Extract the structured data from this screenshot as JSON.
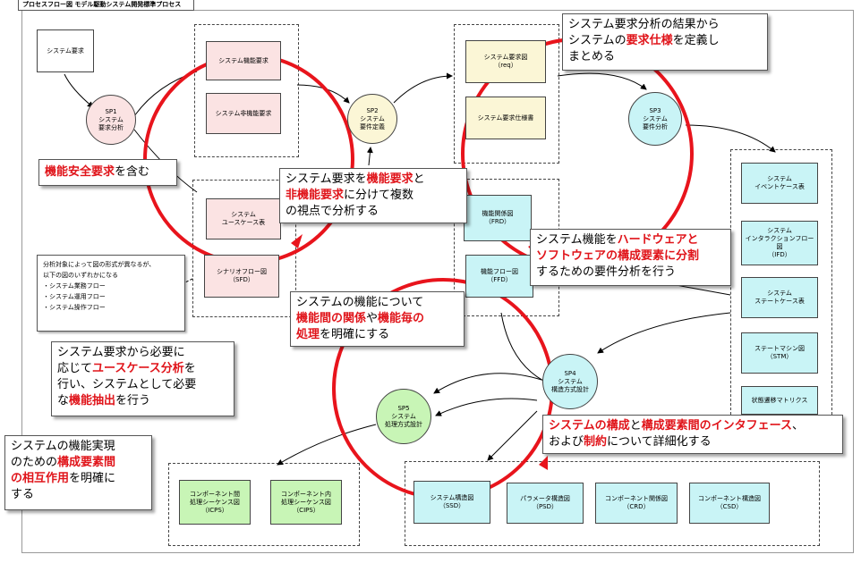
{
  "diagram_title": "プロセスフロー図 モデル駆動システム開発標準プロセス",
  "nodes": {
    "system_req": "システム要求",
    "func_req": "システム機能要求",
    "nonfunc_req": "システム非機能要求",
    "usecase": "システム\nユースケース表",
    "scenario": "シナリオフロー図\n（SFD）",
    "req_diagram": "システム要求図\n（req）",
    "req_spec": "システム要求仕様書",
    "frd": "機能関係図\n（FRD）",
    "ffd": "機能フロー図\n（FFD）",
    "event_case": "システム\nイベントケース表",
    "ifd": "システム\nインタラクションフロー図\n（IFD）",
    "state_case": "システム\nステートケース表",
    "stm": "ステートマシン図\n（STM）",
    "state_matrix": "状態遷移マトリクス",
    "ssd": "システム構造図\n（SSD）",
    "psd": "パラメータ構造図\n（PSD）",
    "crd": "コンポーネント関係図\n（CRD）",
    "csd": "コンポーネント構造図\n（CSD）",
    "icps": "コンポーネント間\n処理シーケンス図\n（ICPS）",
    "cips": "コンポーネント内\n処理シーケンス図\n（CIPS）"
  },
  "processes": {
    "sp1": "SP1\nシステム\n要求分析",
    "sp2": "SP2\nシステム\n要件定義",
    "sp3": "SP3\nシステム\n要件分析",
    "sp4": "SP4\nシステム\n構造方式設計",
    "sp5": "SP5\nシステム\n処理方式設計"
  },
  "note_box": {
    "lines": [
      "分析対象によって図の形式が異なるが、",
      "以下の図のいずれかになる",
      "・システム業務フロー",
      "・システム運用フロー",
      "・システム操作フロー"
    ]
  },
  "callouts": {
    "c1": [
      {
        "t": "機能安全要求",
        "r": true
      },
      {
        "t": "を含む",
        "r": false
      }
    ],
    "c2": [
      {
        "t": "システム要求を",
        "r": false
      },
      {
        "t": "機能要求",
        "r": true
      },
      {
        "t": "と\n",
        "r": false
      },
      {
        "t": "非機能要求",
        "r": true
      },
      {
        "t": "に分けて複数\nの視点で分析する",
        "r": false
      }
    ],
    "c3": [
      {
        "t": "システム要求分析の結果から\nシステムの",
        "r": false
      },
      {
        "t": "要求仕様",
        "r": true
      },
      {
        "t": "を定義し\nまとめる",
        "r": false
      }
    ],
    "c4": [
      {
        "t": "システム機能を",
        "r": false
      },
      {
        "t": "ハードウェアと\nソフトウェアの構成要素に分割",
        "r": true
      },
      {
        "t": "\nするための要件分析を行う",
        "r": false
      }
    ],
    "c5": [
      {
        "t": "システムの機能について\n",
        "r": false
      },
      {
        "t": "機能間の関係",
        "r": true
      },
      {
        "t": "や",
        "r": false
      },
      {
        "t": "機能毎の\n処理",
        "r": true
      },
      {
        "t": "を明確にする",
        "r": false
      }
    ],
    "c6": [
      {
        "t": "システム要求から必要に\n応じて",
        "r": false
      },
      {
        "t": "ユースケース分析",
        "r": true
      },
      {
        "t": "を\n行い、システムとして必要\nな",
        "r": false
      },
      {
        "t": "機能抽出",
        "r": true
      },
      {
        "t": "を行う",
        "r": false
      }
    ],
    "c7": [
      {
        "t": "システムの構成",
        "r": true
      },
      {
        "t": "と",
        "r": false
      },
      {
        "t": "構成要素間のインタフェース",
        "r": true
      },
      {
        "t": "、\nおよび",
        "r": false
      },
      {
        "t": "制約",
        "r": true
      },
      {
        "t": "について詳細化する",
        "r": false
      }
    ],
    "c8": [
      {
        "t": "システムの機能実現\nのための",
        "r": false
      },
      {
        "t": "構成要素間\nの相互作用",
        "r": true
      },
      {
        "t": "を明確に\nする",
        "r": false
      }
    ]
  },
  "colors": {
    "accent_red": "#e0141a",
    "pink": "#fbe3e3",
    "yellow": "#fbf6d6",
    "cyan": "#c9f4f6",
    "green": "#c8f5b6"
  }
}
